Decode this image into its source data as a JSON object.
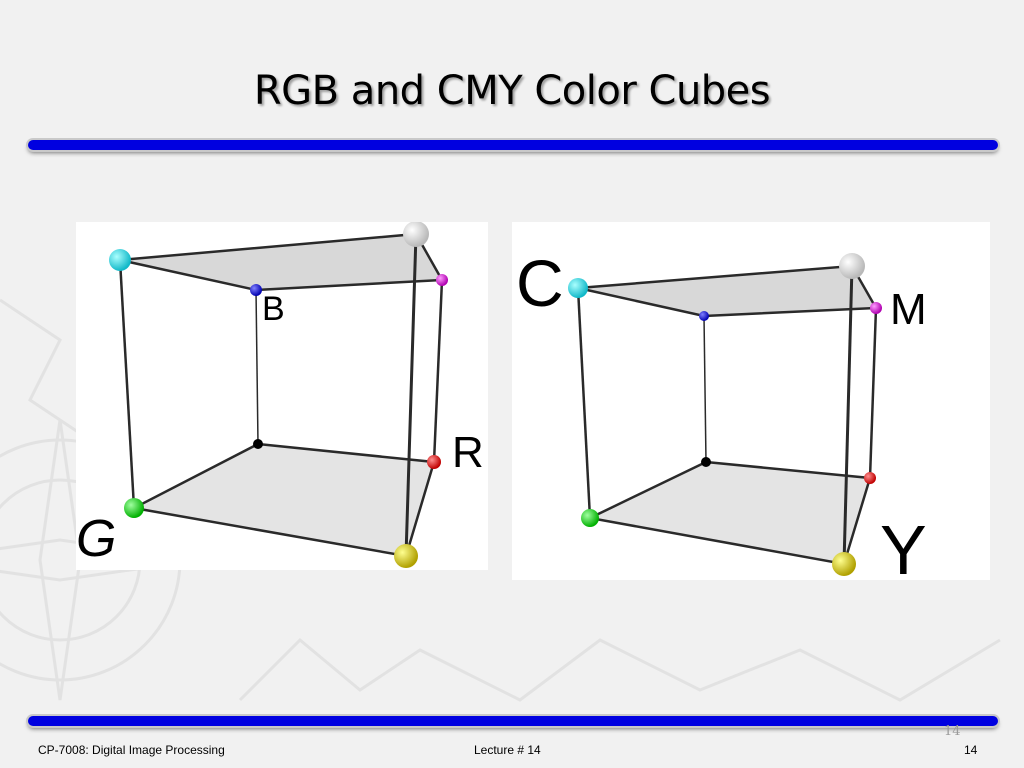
{
  "slide": {
    "title": "RGB and CMY Color Cubes",
    "footer_left": "CP-7008: Digital Image Processing",
    "footer_center": "Lecture # 14",
    "footer_right": "14",
    "page_number_ghost": "14"
  },
  "figures": {
    "rgb_cube": {
      "labels": {
        "B": "B",
        "R": "R",
        "G": "G"
      },
      "vertex_colors": {
        "white": "#f5f5f5",
        "cyan": "#2ee6ee",
        "magenta": "#e020e0",
        "blue": "#1010e0",
        "black": "#000000",
        "red": "#ee1010",
        "green": "#10e010",
        "yellow": "#f0e000"
      }
    },
    "cmy_cube": {
      "labels": {
        "C": "C",
        "M": "M",
        "Y": "Y"
      },
      "vertex_colors": {
        "white": "#f5f5f5",
        "cyan": "#2ee6ee",
        "magenta": "#e020e0",
        "blue": "#1010e0",
        "black": "#000000",
        "red": "#ee1010",
        "green": "#10e010",
        "yellow": "#f0e000"
      }
    }
  },
  "theme": {
    "rule_color": "#0000e0",
    "background": "#f1f1f1"
  }
}
